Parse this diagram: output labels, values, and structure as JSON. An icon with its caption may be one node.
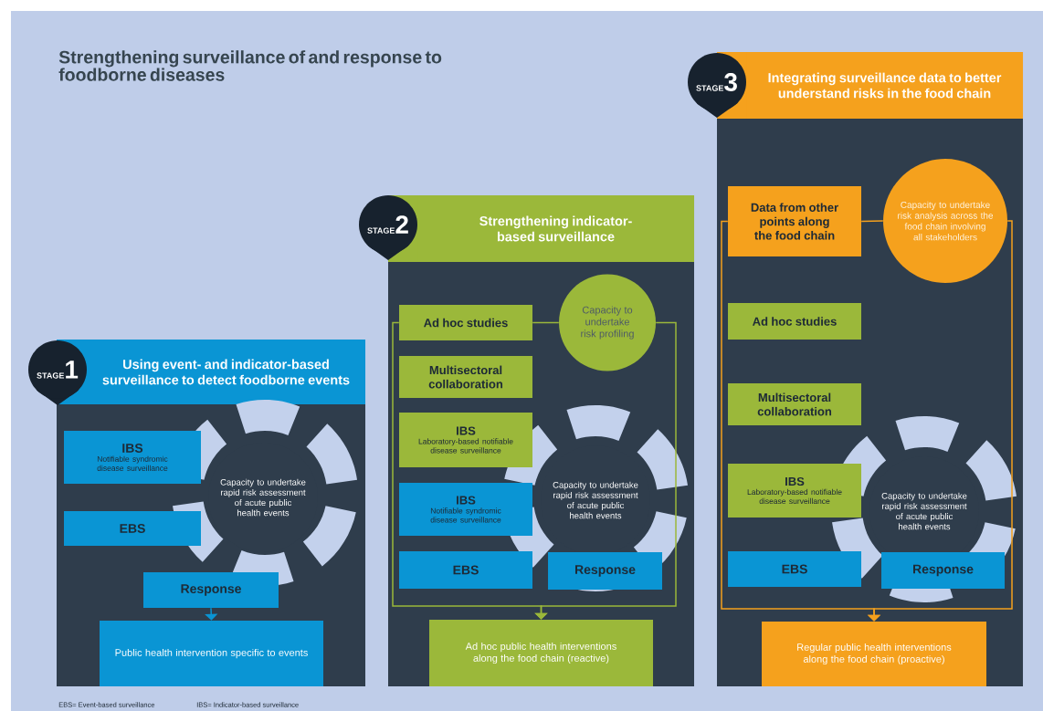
{
  "diagram": {
    "title": "Strengthening surveillance of and response to foodborne diseases",
    "nodes": [
      {
        "text": [
          "STAGE",
          "1"
        ]
      },
      {
        "text": [
          "Using event- and indicator-based surveillance to detect foodborne events"
        ]
      },
      {
        "text": [],
        "shape": "box"
      },
      {
        "text": [
          "IBS",
          "Notifiable syndromic disease surveillance"
        ],
        "in": 2
      },
      {
        "text": [
          "EBS"
        ],
        "in": 2
      },
      {
        "text": [
          "Capacity to undertake rapid risk assessment of acute public health events"
        ],
        "in": 2
      },
      {
        "text": [
          "Response"
        ],
        "in": 2
      },
      {
        "text": [
          "Public health intervention specific to events"
        ],
        "in": 2
      },
      {
        "text": [
          "STAGE",
          "2"
        ]
      },
      {
        "text": [
          "Strengthening indicator-based surveillance"
        ]
      },
      {
        "text": [],
        "shape": "box"
      },
      {
        "text": [
          "Ad hoc studies"
        ],
        "in": 10
      },
      {
        "text": [
          "Capacity to undertake risk profiling"
        ],
        "in": 10
      },
      {
        "text": [
          "Multisectoral collaboration"
        ],
        "in": 10
      },
      {
        "text": [
          "IBS",
          "Laboratory-based notifiable disease surveillance"
        ],
        "in": 10
      },
      {
        "text": [
          "IBS",
          "Notifiable syndromic disease surveillance"
        ],
        "in": 10
      },
      {
        "text": [
          "Capacity to undertake rapid risk assessment of acute public health events"
        ],
        "in": 10
      },
      {
        "text": [
          "EBS"
        ],
        "in": 10
      },
      {
        "text": [
          "Response"
        ],
        "in": 10
      },
      {
        "text": [
          "Ad hoc public health interventions along the food chain (reactive)"
        ],
        "in": 10
      },
      {
        "text": [
          "STAGE",
          "3"
        ]
      },
      {
        "text": [
          "Integrating surveillance data to better understand risks in the food chain"
        ]
      },
      {
        "text": [],
        "shape": "box"
      },
      {
        "text": [
          "Data from other points along the food chain"
        ],
        "in": 22
      },
      {
        "text": [
          "Capacity to undertake risk analysis across the food chain involving all stakeholders"
        ],
        "in": 22
      },
      {
        "text": [
          "Ad hoc studies"
        ],
        "in": 22
      },
      {
        "text": [
          "Multisectoral collaboration"
        ],
        "in": 22
      },
      {
        "text": [
          "IBS",
          "Laboratory-based notifiable disease surveillance"
        ],
        "in": 22
      },
      {
        "text": [
          "Capacity to undertake rapid risk assessment of acute public health events"
        ],
        "in": 22
      },
      {
        "text": [
          "EBS"
        ],
        "in": 22
      },
      {
        "text": [
          "Response"
        ],
        "in": 22
      },
      {
        "text": [
          "Regular public health interventions along the food chain (proactive)"
        ],
        "in": 22
      }
    ],
    "edges": [
      {
        "from": 6,
        "to": 7,
        "arrow": "to",
        "color": "#0a95d4"
      },
      {
        "from": 11,
        "to": 12,
        "arrow": "none",
        "color": "#9bb83a"
      },
      {
        "from": 11,
        "to": 19,
        "arrow": "to",
        "color": "#9bb83a"
      },
      {
        "from": 12,
        "to": 19,
        "arrow": "to",
        "color": "#9bb83a"
      },
      {
        "from": 23,
        "to": 24,
        "arrow": "none",
        "color": "#f5a11d"
      },
      {
        "from": 23,
        "to": 31,
        "arrow": "to",
        "color": "#f5a11d"
      },
      {
        "from": 24,
        "to": 31,
        "arrow": "to",
        "color": "#f5a11d"
      }
    ],
    "labels": [
      "EBS= Event-based surveillance",
      "IBS= Indicator-based surveillance"
    ]
  }
}
